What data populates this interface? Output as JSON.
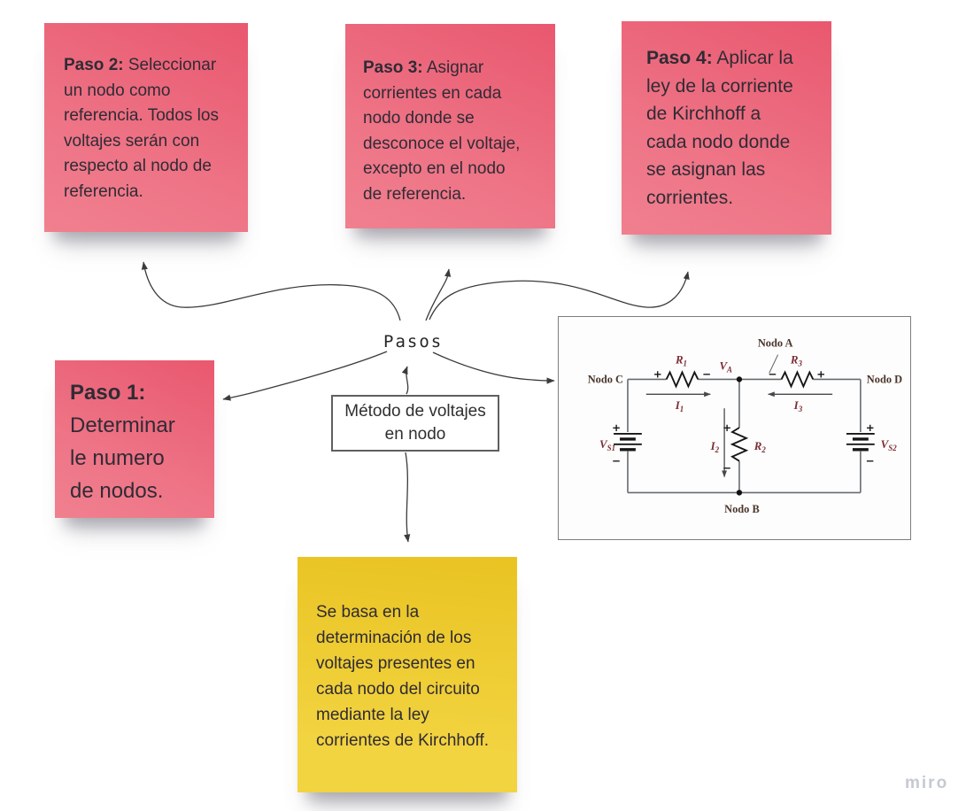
{
  "colors": {
    "note-pink-a": "#e9586f",
    "note-pink-b": "#f0808f",
    "note-yellow-a": "#e9c322",
    "note-yellow-b": "#f2d340",
    "note-text": "#2f2b35",
    "connector": "#3b3b3b",
    "wire": "#666b6e",
    "component-ink": "#161616",
    "comp-label": "#7c2d35",
    "node-label": "#4a352b",
    "watermark": "#c6c9d2",
    "box-border": "#5f5f5f"
  },
  "notes": {
    "paso1": {
      "title": "Paso 1:",
      "body": "Determinar le numero de nodos."
    },
    "paso2": {
      "title": "Paso 2:",
      "body": "Seleccionar un nodo como referencia. Todos los voltajes serán con respecto al nodo de referencia."
    },
    "paso3": {
      "title": "Paso 3:",
      "body": "Asignar corrientes en cada nodo donde se desconoce el voltaje, excepto en el nodo de referencia."
    },
    "paso4": {
      "title": "Paso 4:",
      "body": "Aplicar la ley de la corriente de Kirchhoff a cada nodo donde se asignan las corrientes."
    },
    "concept": {
      "body": "Se basa en la determinación de los voltajes presentes en cada nodo del circuito mediante la ley corrientes de Kirchhoff."
    }
  },
  "center": {
    "pasos_label": "Pasos",
    "method_label": "Método de voltajes en nodo"
  },
  "circuit": {
    "node_a": "Nodo A",
    "node_b": "Nodo B",
    "node_c": "Nodo C",
    "node_d": "Nodo D",
    "va": {
      "base": "V",
      "sub": "A"
    },
    "r1": {
      "base": "R",
      "sub": "1"
    },
    "r2": {
      "base": "R",
      "sub": "2"
    },
    "r3": {
      "base": "R",
      "sub": "3"
    },
    "i1": {
      "base": "I",
      "sub": "1"
    },
    "i2": {
      "base": "I",
      "sub": "2"
    },
    "i3": {
      "base": "I",
      "sub": "3"
    },
    "vs1": {
      "base": "V",
      "sub": "S1"
    },
    "vs2": {
      "base": "V",
      "sub": "S2"
    },
    "plus": "+",
    "minus": "−"
  },
  "watermark": {
    "label": "miro"
  }
}
